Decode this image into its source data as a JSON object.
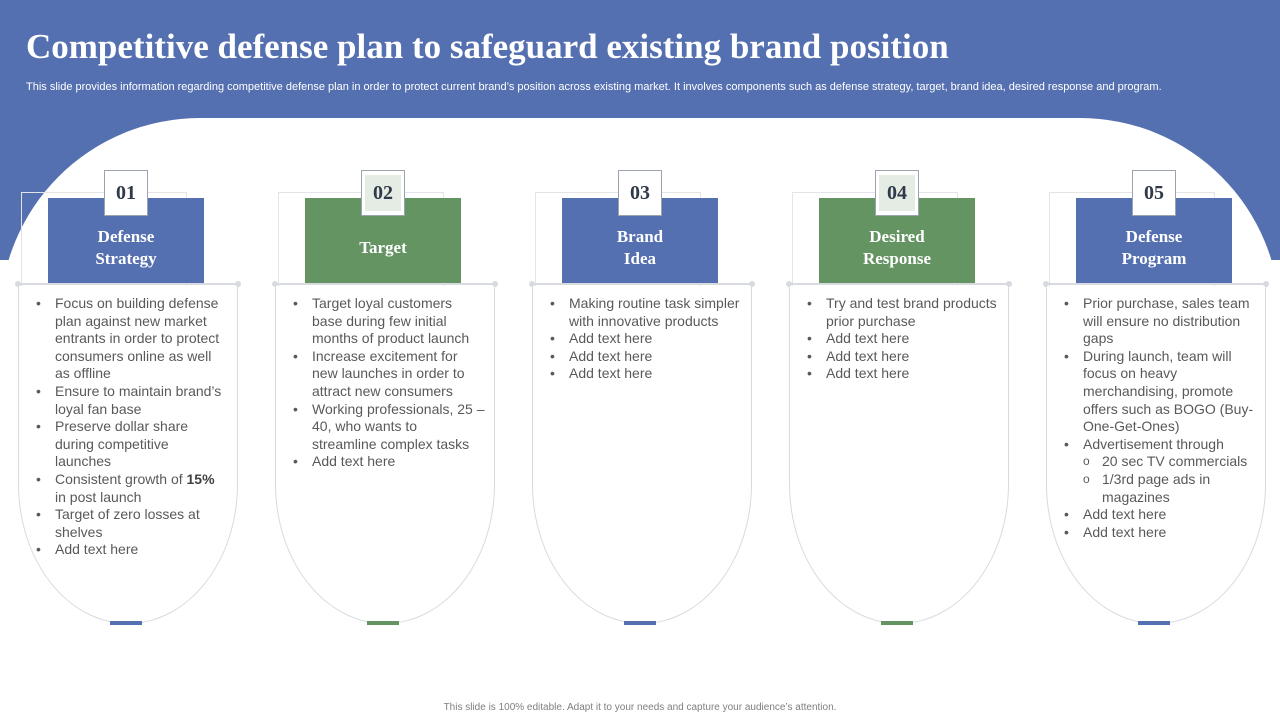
{
  "title": "Competitive defense plan to safeguard existing brand position",
  "subtitle": "This slide provides information regarding competitive defense plan in order to protect current brand’s position across existing market. It involves components such as defense strategy, target, brand idea, desired response and program.",
  "footer": "This slide is 100% editable. Adapt it to your needs and capture your audience’s attention.",
  "colors": {
    "blue": "#5570b0",
    "green": "#659463"
  },
  "cards": [
    {
      "number": "01",
      "heading_line1": "Defense",
      "heading_line2": "Strategy",
      "items": [
        "Focus on building defense plan against new market entrants in order to protect consumers online as well as offline",
        "Ensure to maintain brand’s loyal fan base",
        "Preserve dollar share during competitive launches",
        {
          "pre": "Consistent growth of ",
          "bold": "15%",
          "post": " in post launch"
        },
        "Target of zero losses at shelves",
        "Add text here"
      ]
    },
    {
      "number": "02",
      "heading_line1": "Target",
      "items": [
        "Target loyal customers base during few initial months of product launch",
        "Increase excitement for new launches in order to attract new consumers",
        "Working professionals, 25 – 40, who wants to streamline complex tasks",
        "Add text here"
      ]
    },
    {
      "number": "03",
      "heading_line1": "Brand",
      "heading_line2": "Idea",
      "items": [
        "Making routine task simpler with innovative products",
        "Add text here",
        "Add text here",
        "Add text here"
      ]
    },
    {
      "number": "04",
      "heading_line1": "Desired",
      "heading_line2": "Response",
      "items": [
        "Try and test brand products prior purchase",
        "Add text here",
        "Add text here",
        "Add text here"
      ]
    },
    {
      "number": "05",
      "heading_line1": "Defense",
      "heading_line2": "Program",
      "items": [
        "Prior purchase, sales team will ensure no distribution gaps",
        "During launch, team will focus on heavy merchandising, promote offers such as BOGO (Buy-One-Get-Ones)",
        "Advertisement through",
        "20 sec TV commercials",
        "1/3rd page ads in magazines",
        "Add text here",
        "Add text here"
      ]
    }
  ]
}
